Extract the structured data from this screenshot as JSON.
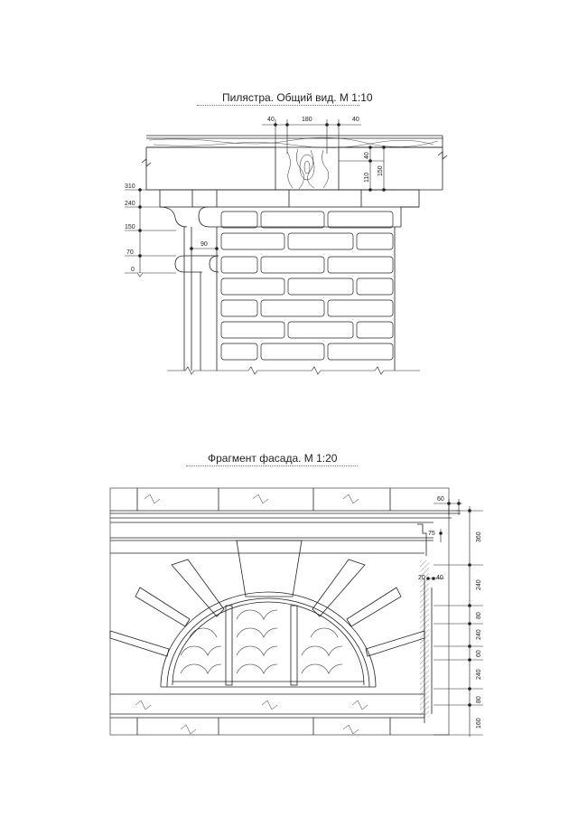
{
  "drawing1": {
    "title": "Пилястра. Общий вид. М 1:10",
    "top_dims": [
      "40",
      "180",
      "40"
    ],
    "right_dims": [
      "40",
      "110",
      "150"
    ],
    "left_levels": [
      "310",
      "240",
      "150",
      "70",
      "0"
    ],
    "offset_dim": "90"
  },
  "drawing2": {
    "title": "Фрагмент фасада. М 1:20",
    "top_dim": "60",
    "mid_dims": [
      "75",
      "20",
      "40"
    ],
    "right_dims": [
      "360",
      "240",
      "80",
      "240",
      "60",
      "240",
      "80",
      "160"
    ]
  }
}
